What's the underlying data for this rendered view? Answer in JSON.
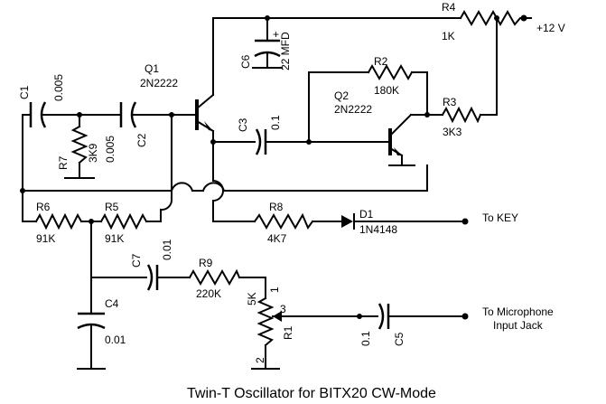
{
  "title": "Twin-T Oscillator for BITX20 CW-Mode",
  "labels": {
    "supply": "+12 V",
    "key": "To KEY",
    "mic_line1": "To Microphone",
    "mic_line2": "Input Jack"
  },
  "components": {
    "q1": {
      "ref": "Q1",
      "value": "2N2222"
    },
    "q2": {
      "ref": "Q2",
      "value": "2N2222"
    },
    "r1": {
      "ref": "R1",
      "value": "5K",
      "pin1": "1",
      "pin2": "2",
      "pin3": "3"
    },
    "r2": {
      "ref": "R2",
      "value": "180K"
    },
    "r3": {
      "ref": "R3",
      "value": "3K3"
    },
    "r4": {
      "ref": "R4",
      "value": "1K"
    },
    "r5": {
      "ref": "R5",
      "value": "91K"
    },
    "r6": {
      "ref": "R6",
      "value": "91K"
    },
    "r7": {
      "ref": "R7",
      "value": "3K9"
    },
    "r8": {
      "ref": "R8",
      "value": "4K7"
    },
    "r9": {
      "ref": "R9",
      "value": "220K"
    },
    "c1": {
      "ref": "C1",
      "value": "0.005"
    },
    "c2": {
      "ref": "C2",
      "value": "0.005"
    },
    "c3": {
      "ref": "C3",
      "value": "0.1"
    },
    "c4": {
      "ref": "C4",
      "value": "0.01"
    },
    "c5": {
      "ref": "C5",
      "value": "0.1"
    },
    "c6": {
      "ref": "C6",
      "value": "22 MFD",
      "polarity": "+"
    },
    "c7": {
      "ref": "C7",
      "value": "0.01"
    },
    "d1": {
      "ref": "D1",
      "value": "1N4148"
    }
  }
}
